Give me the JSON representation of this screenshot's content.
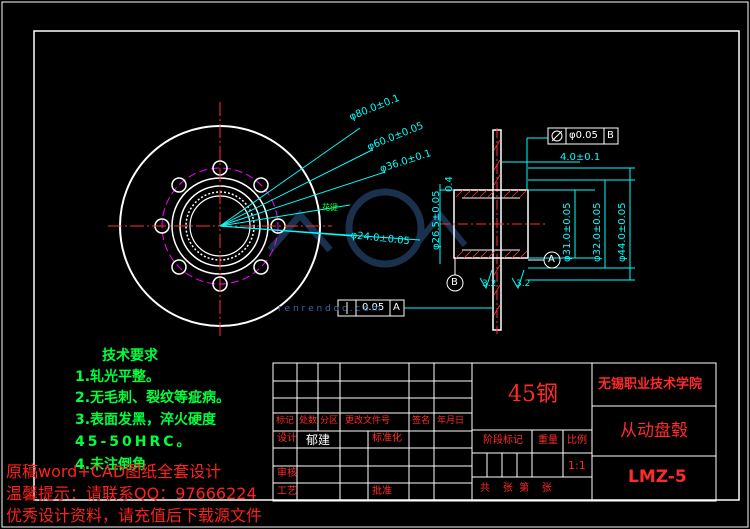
{
  "colors": {
    "background": "#000000",
    "frame": "#ffffff",
    "dimension": "#00ffff",
    "notes": "#00ff3c",
    "title_text": "#ff2a2a",
    "centerline": "#ff3030",
    "hidden_circle": "#ff00ff",
    "labels": "#ffff00"
  },
  "dimensions": {
    "d80": "φ80.0±0.1",
    "d60": "φ60.0±0.05",
    "d36": "φ36.0±0.1",
    "d24": "φ24.0±0.05",
    "d265": "φ26.5±0.05",
    "spline_note": "花键",
    "len4": "4.0±0.1",
    "d31": "φ31.0±0.05",
    "d32": "φ32.0±0.05",
    "d44": "φ44.0±0.05",
    "len04": "0.4",
    "rough_left": "3.2",
    "rough_right": "3.2",
    "datum_a": "A",
    "datum_b": "B",
    "gtol_top_value": "φ0.05",
    "gtol_top_datum": "B",
    "gtol_bottom_value": "0.05",
    "gtol_bottom_datum": "A"
  },
  "tech": {
    "heading": "技术要求",
    "items": [
      "1.轧光平整。",
      "2.无毛刺、裂纹等疵病。",
      "3.表面发黑，淬火硬度",
      "45-50HRC。"
    ],
    "item5": "4.未注倒角"
  },
  "title_block": {
    "material": "45钢",
    "school": "无锡职业技术学院",
    "part_name": "从动盘毂",
    "drawing_no": "LMZ-5",
    "scale": "1:1",
    "row_labels": [
      "标记",
      "处数",
      "分区",
      "更改文件号",
      "签名",
      "年月日"
    ],
    "design": "设计",
    "designer": "郁建",
    "standardize": "标准化",
    "stage_mark": "阶段标记",
    "weight": "重量",
    "ratio": "比例",
    "review": "审核",
    "craft": "工艺",
    "approve": "批准",
    "sheets": "共    张  第    张"
  },
  "watermark": {
    "line1": "原稿word+CAD图纸全套设计",
    "line2": "温馨提示：请联系QQ：97666224",
    "line3": "优秀设计资料，请充值后下载源文件",
    "site": "r e n r e n d o c . c o m"
  }
}
